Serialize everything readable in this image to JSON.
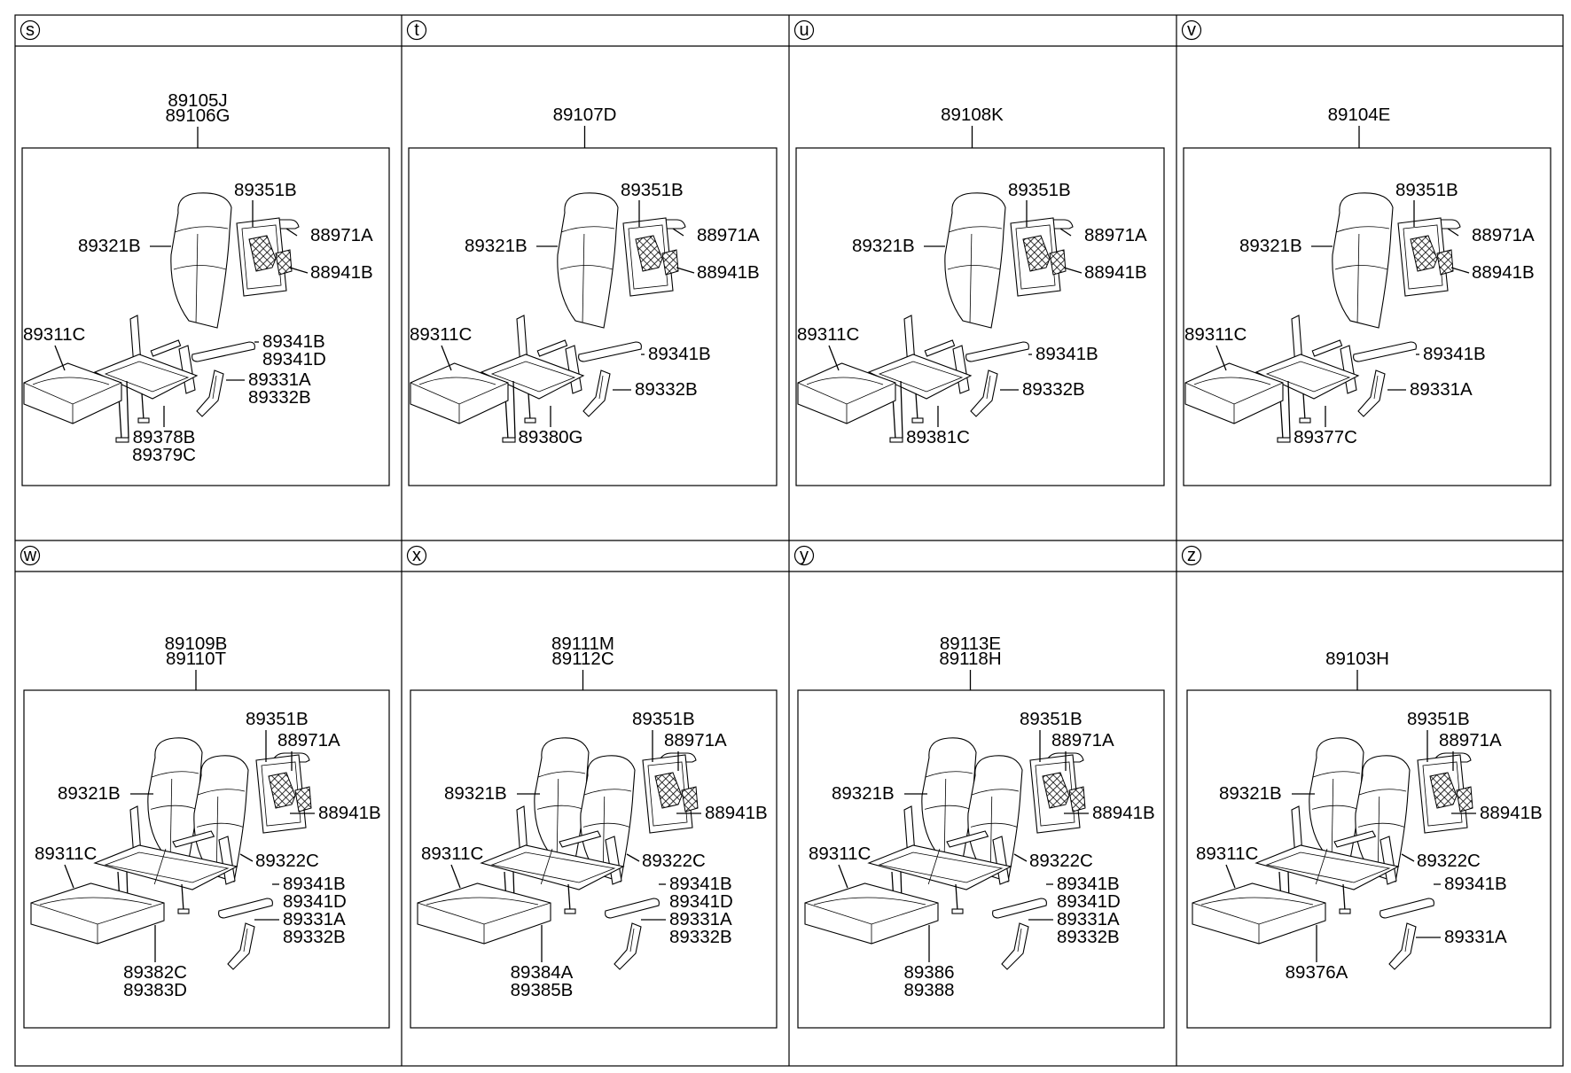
{
  "panels": [
    {
      "letter": "s",
      "assembly": [
        "89105J",
        "89106G"
      ],
      "seats": 1,
      "labels": {
        "headrest": "89351B",
        "back": "89321B",
        "pad_a": "88971A",
        "net": "88941B",
        "cushion": "89311C",
        "armrest": [
          "89341B",
          "89341D"
        ],
        "cover": [
          "89331A",
          "89332B"
        ],
        "leg": [
          "89378B",
          "89379C"
        ]
      }
    },
    {
      "letter": "t",
      "assembly": [
        "89107D"
      ],
      "seats": 1,
      "labels": {
        "headrest": "89351B",
        "back": "89321B",
        "pad_a": "88971A",
        "net": "88941B",
        "cushion": "89311C",
        "armrest": [
          "89341B"
        ],
        "cover": [
          "89332B"
        ],
        "leg": [
          "89380G"
        ]
      }
    },
    {
      "letter": "u",
      "assembly": [
        "89108K"
      ],
      "seats": 1,
      "labels": {
        "headrest": "89351B",
        "back": "89321B",
        "pad_a": "88971A",
        "net": "88941B",
        "cushion": "89311C",
        "armrest": [
          "89341B"
        ],
        "cover": [
          "89332B"
        ],
        "leg": [
          "89381C"
        ]
      }
    },
    {
      "letter": "v",
      "assembly": [
        "89104E"
      ],
      "seats": 1,
      "labels": {
        "headrest": "89351B",
        "back": "89321B",
        "pad_a": "88971A",
        "net": "88941B",
        "cushion": "89311C",
        "armrest": [
          "89341B"
        ],
        "cover": [
          "89331A"
        ],
        "leg": [
          "89377C"
        ]
      }
    },
    {
      "letter": "w",
      "assembly": [
        "89109B",
        "89110T"
      ],
      "seats": 2,
      "labels": {
        "headrest": "89351B",
        "back": "89321B",
        "pad_a": "88971A",
        "net": "88941B",
        "cushion": "89311C",
        "back2": "89322C",
        "armrest": [
          "89341B",
          "89341D"
        ],
        "cover": [
          "89331A",
          "89332B"
        ],
        "leg": [
          "89382C",
          "89383D"
        ]
      }
    },
    {
      "letter": "x",
      "assembly": [
        "89111M",
        "89112C"
      ],
      "seats": 2,
      "labels": {
        "headrest": "89351B",
        "back": "89321B",
        "pad_a": "88971A",
        "net": "88941B",
        "cushion": "89311C",
        "back2": "89322C",
        "armrest": [
          "89341B",
          "89341D"
        ],
        "cover": [
          "89331A",
          "89332B"
        ],
        "leg": [
          "89384A",
          "89385B"
        ]
      }
    },
    {
      "letter": "y",
      "assembly": [
        "89113E",
        "89118H"
      ],
      "seats": 2,
      "labels": {
        "headrest": "89351B",
        "back": "89321B",
        "pad_a": "88971A",
        "net": "88941B",
        "cushion": "89311C",
        "back2": "89322C",
        "armrest": [
          "89341B",
          "89341D"
        ],
        "cover": [
          "89331A",
          "89332B"
        ],
        "leg": [
          "89386",
          "89388"
        ]
      }
    },
    {
      "letter": "z",
      "assembly": [
        "89103H"
      ],
      "seats": 2,
      "labels": {
        "headrest": "89351B",
        "back": "89321B",
        "pad_a": "88971A",
        "net": "88941B",
        "cushion": "89311C",
        "back2": "89322C",
        "armrest": [
          "89341B"
        ],
        "cover": [
          "89331A"
        ],
        "leg": [
          "89376A"
        ]
      }
    }
  ]
}
